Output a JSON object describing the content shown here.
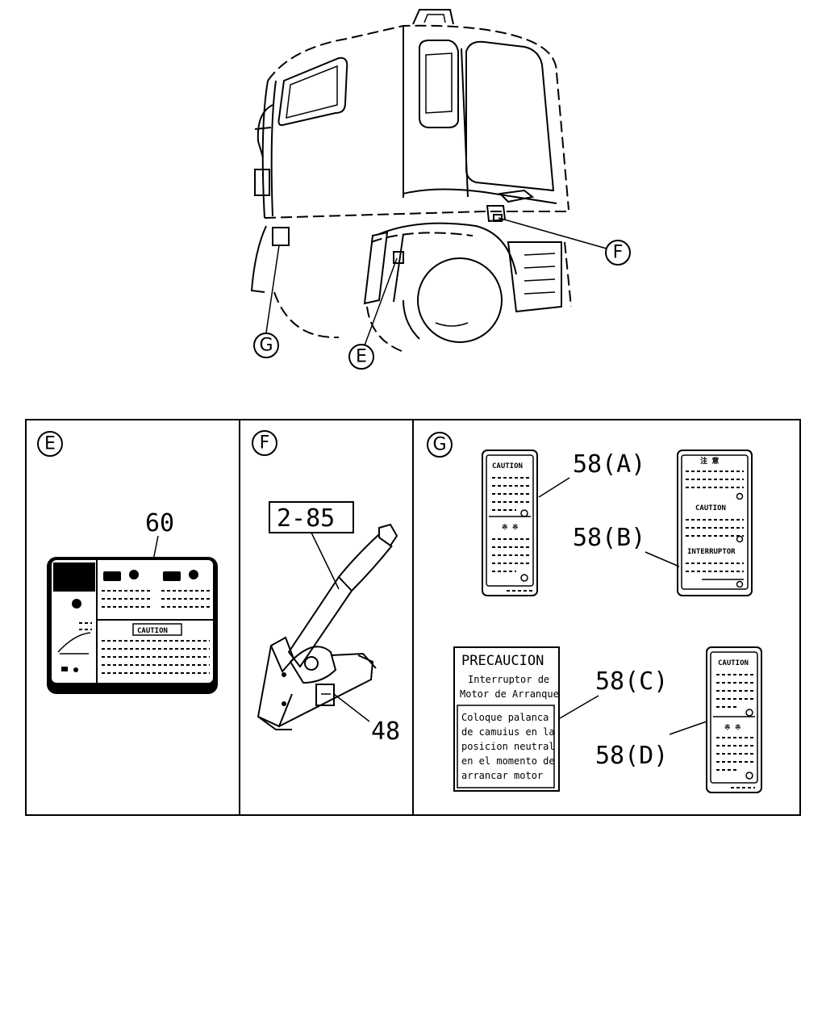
{
  "callouts": {
    "e": "E",
    "f": "F",
    "g": "G"
  },
  "panel_e": {
    "title": "E",
    "part_no": "60",
    "label_caution": "CAUTION"
  },
  "panel_f": {
    "title": "F",
    "ref_box": "2-85",
    "part_no": "48"
  },
  "panel_g": {
    "title": "G",
    "part_a": "58(A)",
    "part_b": "58(B)",
    "part_c": "58(C)",
    "part_d": "58(D)",
    "label_a_caution": "CAUTION",
    "label_a_mid": "※ ※",
    "label_b_top": "注 意",
    "label_b_caution": "CAUTION",
    "label_b_interruptor": "INTERRUPTOR",
    "label_d_caution": "CAUTION",
    "label_d_mid": "※ ※",
    "label_c_heading": "PRECAUCION",
    "label_c_sub1": "Interruptor de",
    "label_c_sub2": "Motor de Arranque",
    "label_c_body": [
      "Coloque palanca",
      "de camuius en la",
      "posicion neutral",
      "en el momento de",
      "arrancar motor"
    ]
  }
}
